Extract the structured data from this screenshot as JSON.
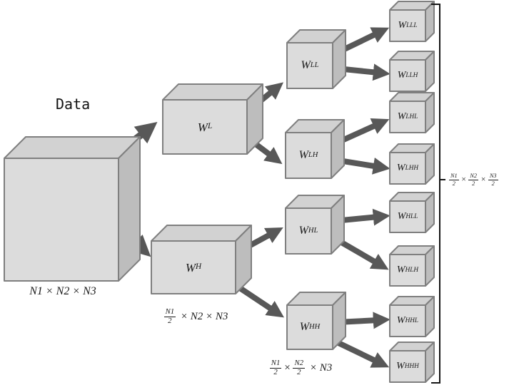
{
  "diagram": {
    "data_label": "Data",
    "nodes": {
      "wl": {
        "main": "W",
        "sub": "L"
      },
      "wh": {
        "main": "W",
        "sub": "H"
      },
      "wll": {
        "main": "W",
        "sub": "LL"
      },
      "wlh": {
        "main": "W",
        "sub": "LH"
      },
      "whl": {
        "main": "W",
        "sub": "HL"
      },
      "whh": {
        "main": "W",
        "sub": "HH"
      },
      "wlll": {
        "main": "W",
        "sub": "LLL"
      },
      "wllh": {
        "main": "W",
        "sub": "LLH"
      },
      "wlhl": {
        "main": "W",
        "sub": "LHL"
      },
      "wlhh": {
        "main": "W",
        "sub": "LHH"
      },
      "whll": {
        "main": "W",
        "sub": "HLL"
      },
      "whlh": {
        "main": "W",
        "sub": "HLH"
      },
      "whhl": {
        "main": "W",
        "sub": "HHL"
      },
      "whhh": {
        "main": "W",
        "sub": "HHH"
      }
    },
    "dims": {
      "data": "N1 × N2 × N3",
      "wh": {
        "num1": "N1",
        "den1": "2",
        "rest": " × N2 × N3"
      },
      "whh": {
        "num1": "N1",
        "den1": "2",
        "times1": "×",
        "num2": "N2",
        "den2": "2",
        "rest": " × N3"
      },
      "bracket": {
        "num1": "N1",
        "den1": "2",
        "times1": "×",
        "num2": "N2",
        "den2": "2",
        "times2": "×",
        "num3": "N3",
        "den3": "2"
      }
    }
  },
  "colors": {
    "cube-fill": "#dcdcdc",
    "cube-top": "#d2d2d2",
    "cube-side": "#bdbdbd",
    "cube-stroke": "#7f7f7f",
    "arrow-color": "#585858",
    "bracket-color": "#161616",
    "text-color": "#1a1a1a"
  }
}
